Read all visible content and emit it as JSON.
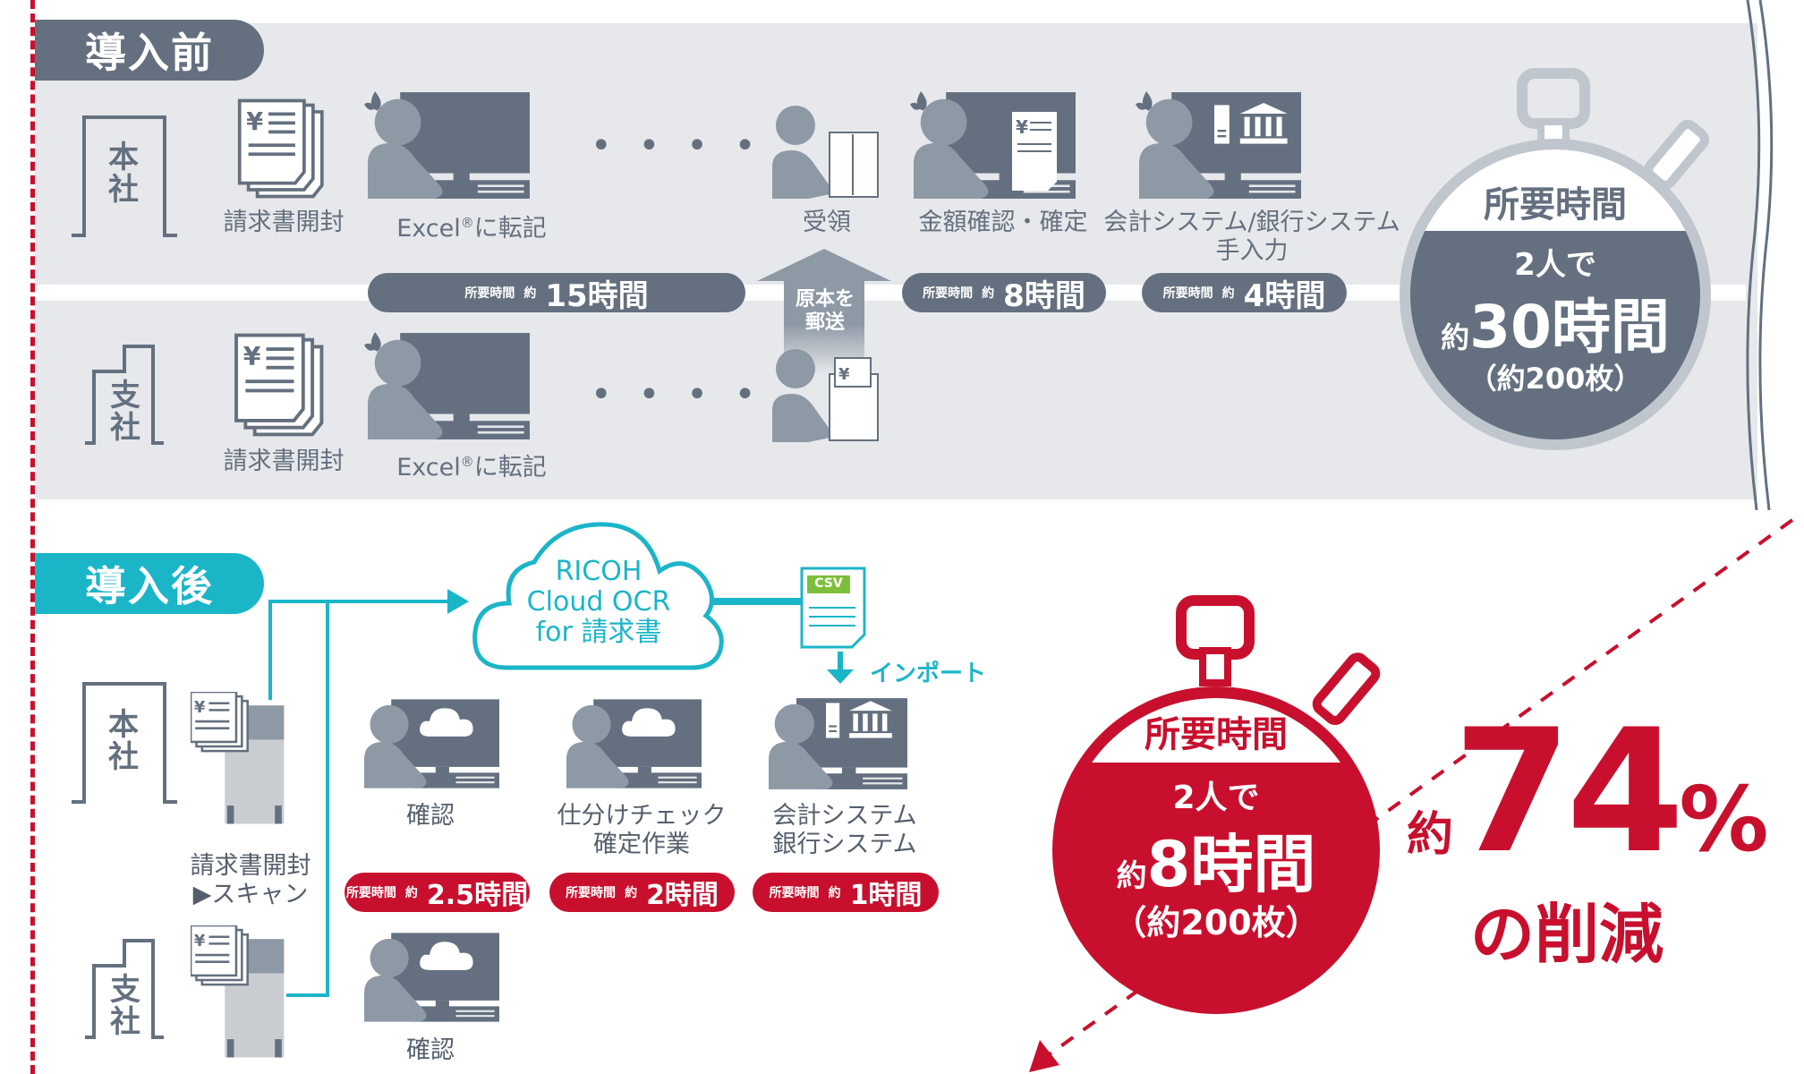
{
  "before": {
    "tab": "導入前",
    "hq": "本社",
    "branch": "支社",
    "steps": {
      "open": "請求書開封",
      "excel": "Excel",
      "excel_sup": "®",
      "excel_suffix": "に転記",
      "receive": "受領",
      "amount": "金額確認・確定",
      "acct_line1": "会計システム/銀行システム",
      "acct_line2": "手入力",
      "mail_line1": "原本を",
      "mail_line2": "郵送"
    },
    "dots": "••••",
    "pills": [
      {
        "small": "所要時間",
        "approx": "約",
        "big": "15時間"
      },
      {
        "small": "所要時間",
        "approx": "約",
        "big": "8時間"
      },
      {
        "small": "所要時間",
        "approx": "約",
        "big": "4時間"
      }
    ],
    "watch": {
      "title": "所要時間",
      "people": "2人で",
      "approx": "約",
      "time": "30時間",
      "sheets": "（約200枚）"
    }
  },
  "after": {
    "tab": "導入後",
    "hq": "本社",
    "branch": "支社",
    "cloud": {
      "line1": "RICOH",
      "line2": "Cloud OCR",
      "line3": "for 請求書"
    },
    "csv": "CSV",
    "import": "インポート",
    "scan_line1": "請求書開封",
    "scan_line2": "▶スキャン",
    "check": "確認",
    "sort_line1": "仕分けチェック",
    "sort_line2": "確定作業",
    "acct_line1": "会計システム",
    "acct_line2": "銀行システム",
    "pills": [
      {
        "small": "所要時間",
        "approx": "約",
        "big": "2.5時間"
      },
      {
        "small": "所要時間",
        "approx": "約",
        "big": "2時間"
      },
      {
        "small": "所要時間",
        "approx": "約",
        "big": "1時間"
      }
    ],
    "watch": {
      "title": "所要時間",
      "people": "2人で",
      "approx": "約",
      "time": "8時間",
      "sheets": "（約200枚）"
    },
    "reduction": {
      "approx": "約",
      "value": "74",
      "unit": "%",
      "suffix": "の削減"
    }
  },
  "colors": {
    "gray": "#64707f",
    "red": "#c8102e",
    "teal": "#1bb5c8",
    "panel": "#e6e8eb"
  }
}
